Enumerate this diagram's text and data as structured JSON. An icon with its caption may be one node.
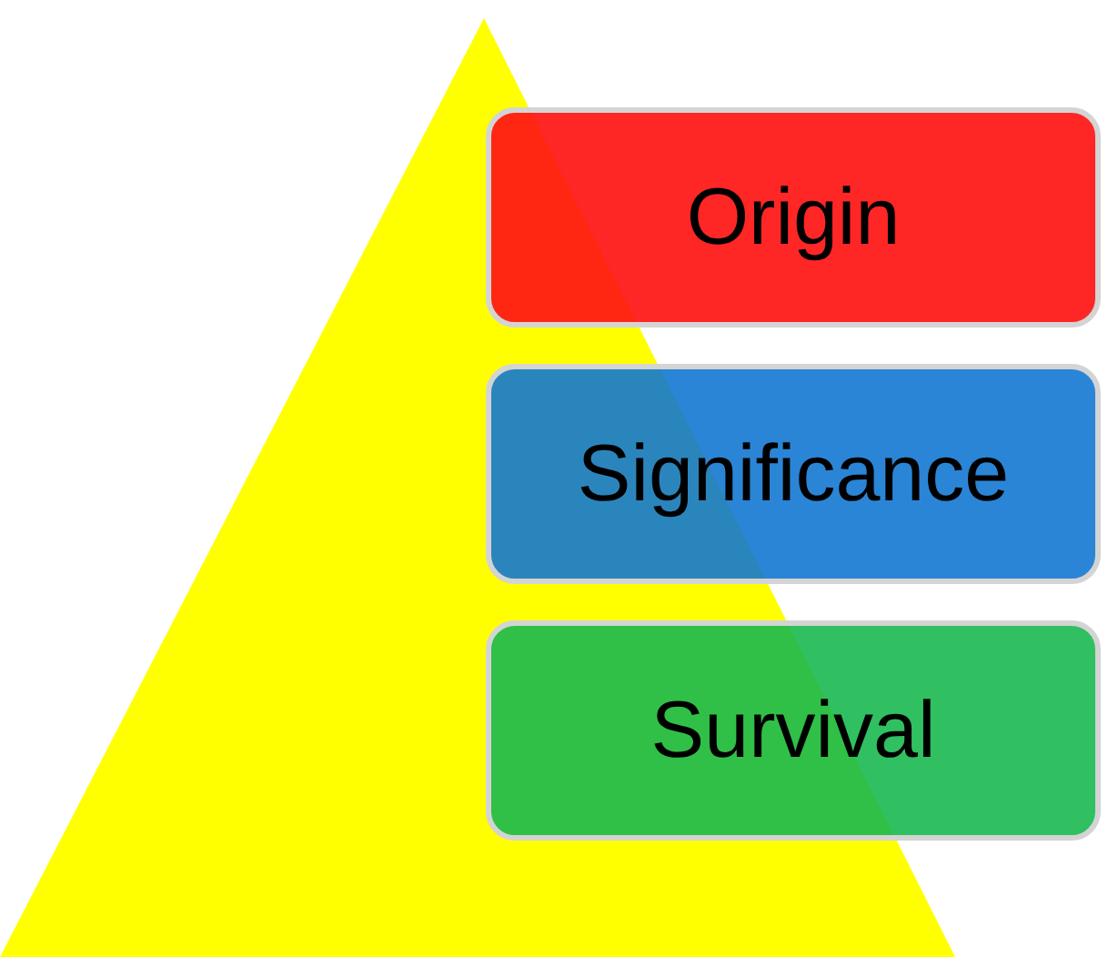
{
  "diagram": {
    "nodes": [
      {
        "text": [
          "Origin"
        ]
      },
      {
        "text": [
          "Significance"
        ]
      },
      {
        "text": [
          "Survival"
        ]
      }
    ]
  }
}
